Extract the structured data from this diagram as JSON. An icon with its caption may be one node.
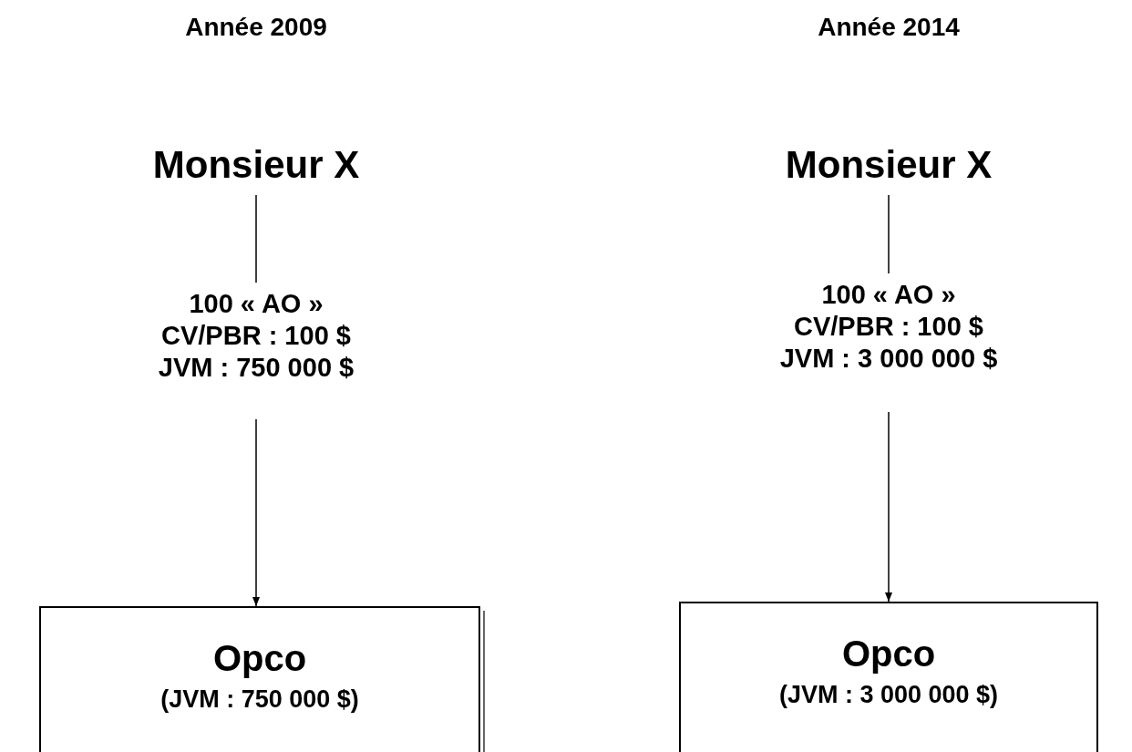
{
  "diagram": {
    "nodes": [
      {
        "text": [
          "Monsieur X"
        ]
      },
      {
        "text": [
          "100 « AO »",
          "CV/PBR : 100 $",
          "JVM : 750 000 $"
        ]
      },
      {
        "text": [
          "Opco",
          "(JVM : 750 000 $)"
        ]
      },
      {
        "text": [
          "Monsieur X"
        ]
      },
      {
        "text": [
          "100 « AO »",
          "CV/PBR : 100 $",
          "JVM : 3 000 000 $"
        ]
      },
      {
        "text": [
          "Opco",
          "(JVM : 3 000 000 $)"
        ]
      }
    ],
    "edges": [
      {
        "from": 0,
        "to": 1,
        "arrow": "none"
      },
      {
        "from": 1,
        "to": 2,
        "arrow": "to"
      },
      {
        "from": 3,
        "to": 4,
        "arrow": "none"
      },
      {
        "from": 4,
        "to": 5,
        "arrow": "to"
      }
    ],
    "labels": [
      "Année 2009",
      "Année 2014"
    ]
  }
}
